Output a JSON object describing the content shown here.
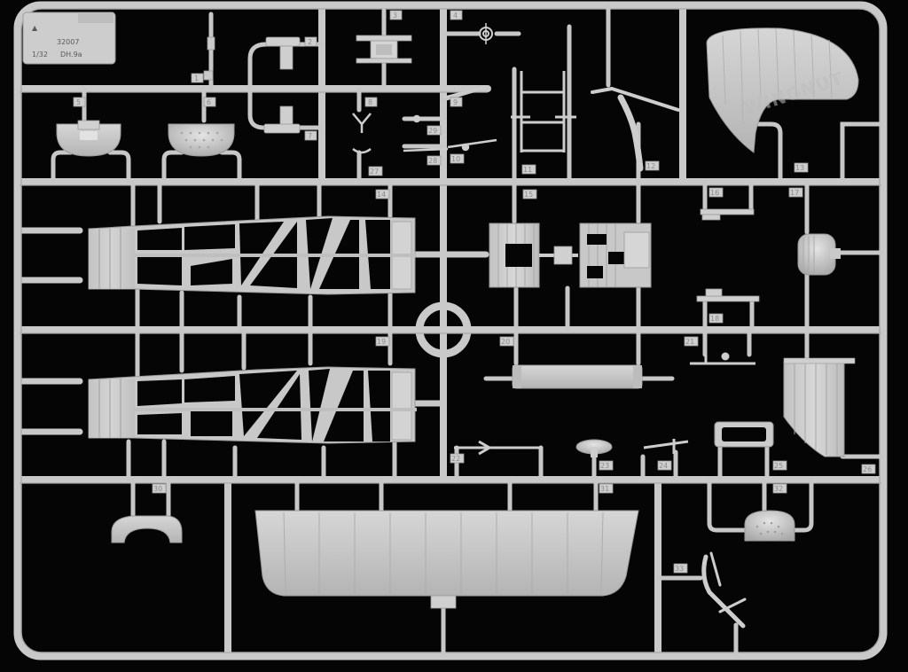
{
  "sprue": {
    "kit_code": "32007",
    "scale": "1/32",
    "model": "DH.9a",
    "embossed_text": "WINGNUT",
    "part_numbers": [
      "1",
      "2",
      "3",
      "4",
      "5",
      "6",
      "7",
      "8",
      "9",
      "10",
      "11",
      "12",
      "13",
      "14",
      "15",
      "16",
      "17",
      "18",
      "19",
      "20",
      "21",
      "22",
      "23",
      "24",
      "25",
      "26",
      "27",
      "28",
      "29",
      "30",
      "31",
      "32",
      "33"
    ]
  },
  "colors": {
    "background": "#050505",
    "plastic": "#c9c9c9",
    "plastic_shadow": "#9a9a9a",
    "plastic_light": "#dedede"
  }
}
